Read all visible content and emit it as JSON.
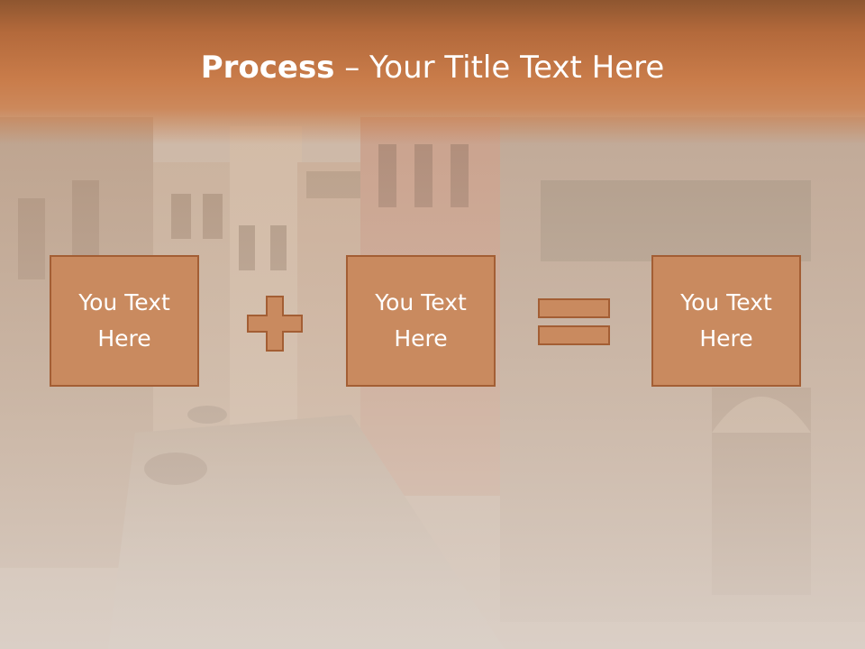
{
  "slide": {
    "title_bold": "Process",
    "title_rest": " – Your Title Text Here",
    "boxes": [
      {
        "label": "You Text Here"
      },
      {
        "label": "You Text Here"
      },
      {
        "label": "You Text Here"
      }
    ],
    "operators": [
      "plus-icon",
      "equals-icon"
    ]
  },
  "colors": {
    "title_bar": "#c97c4a",
    "box_fill": "#c98a5f",
    "box_border": "#a35e34",
    "text": "#ffffff"
  }
}
